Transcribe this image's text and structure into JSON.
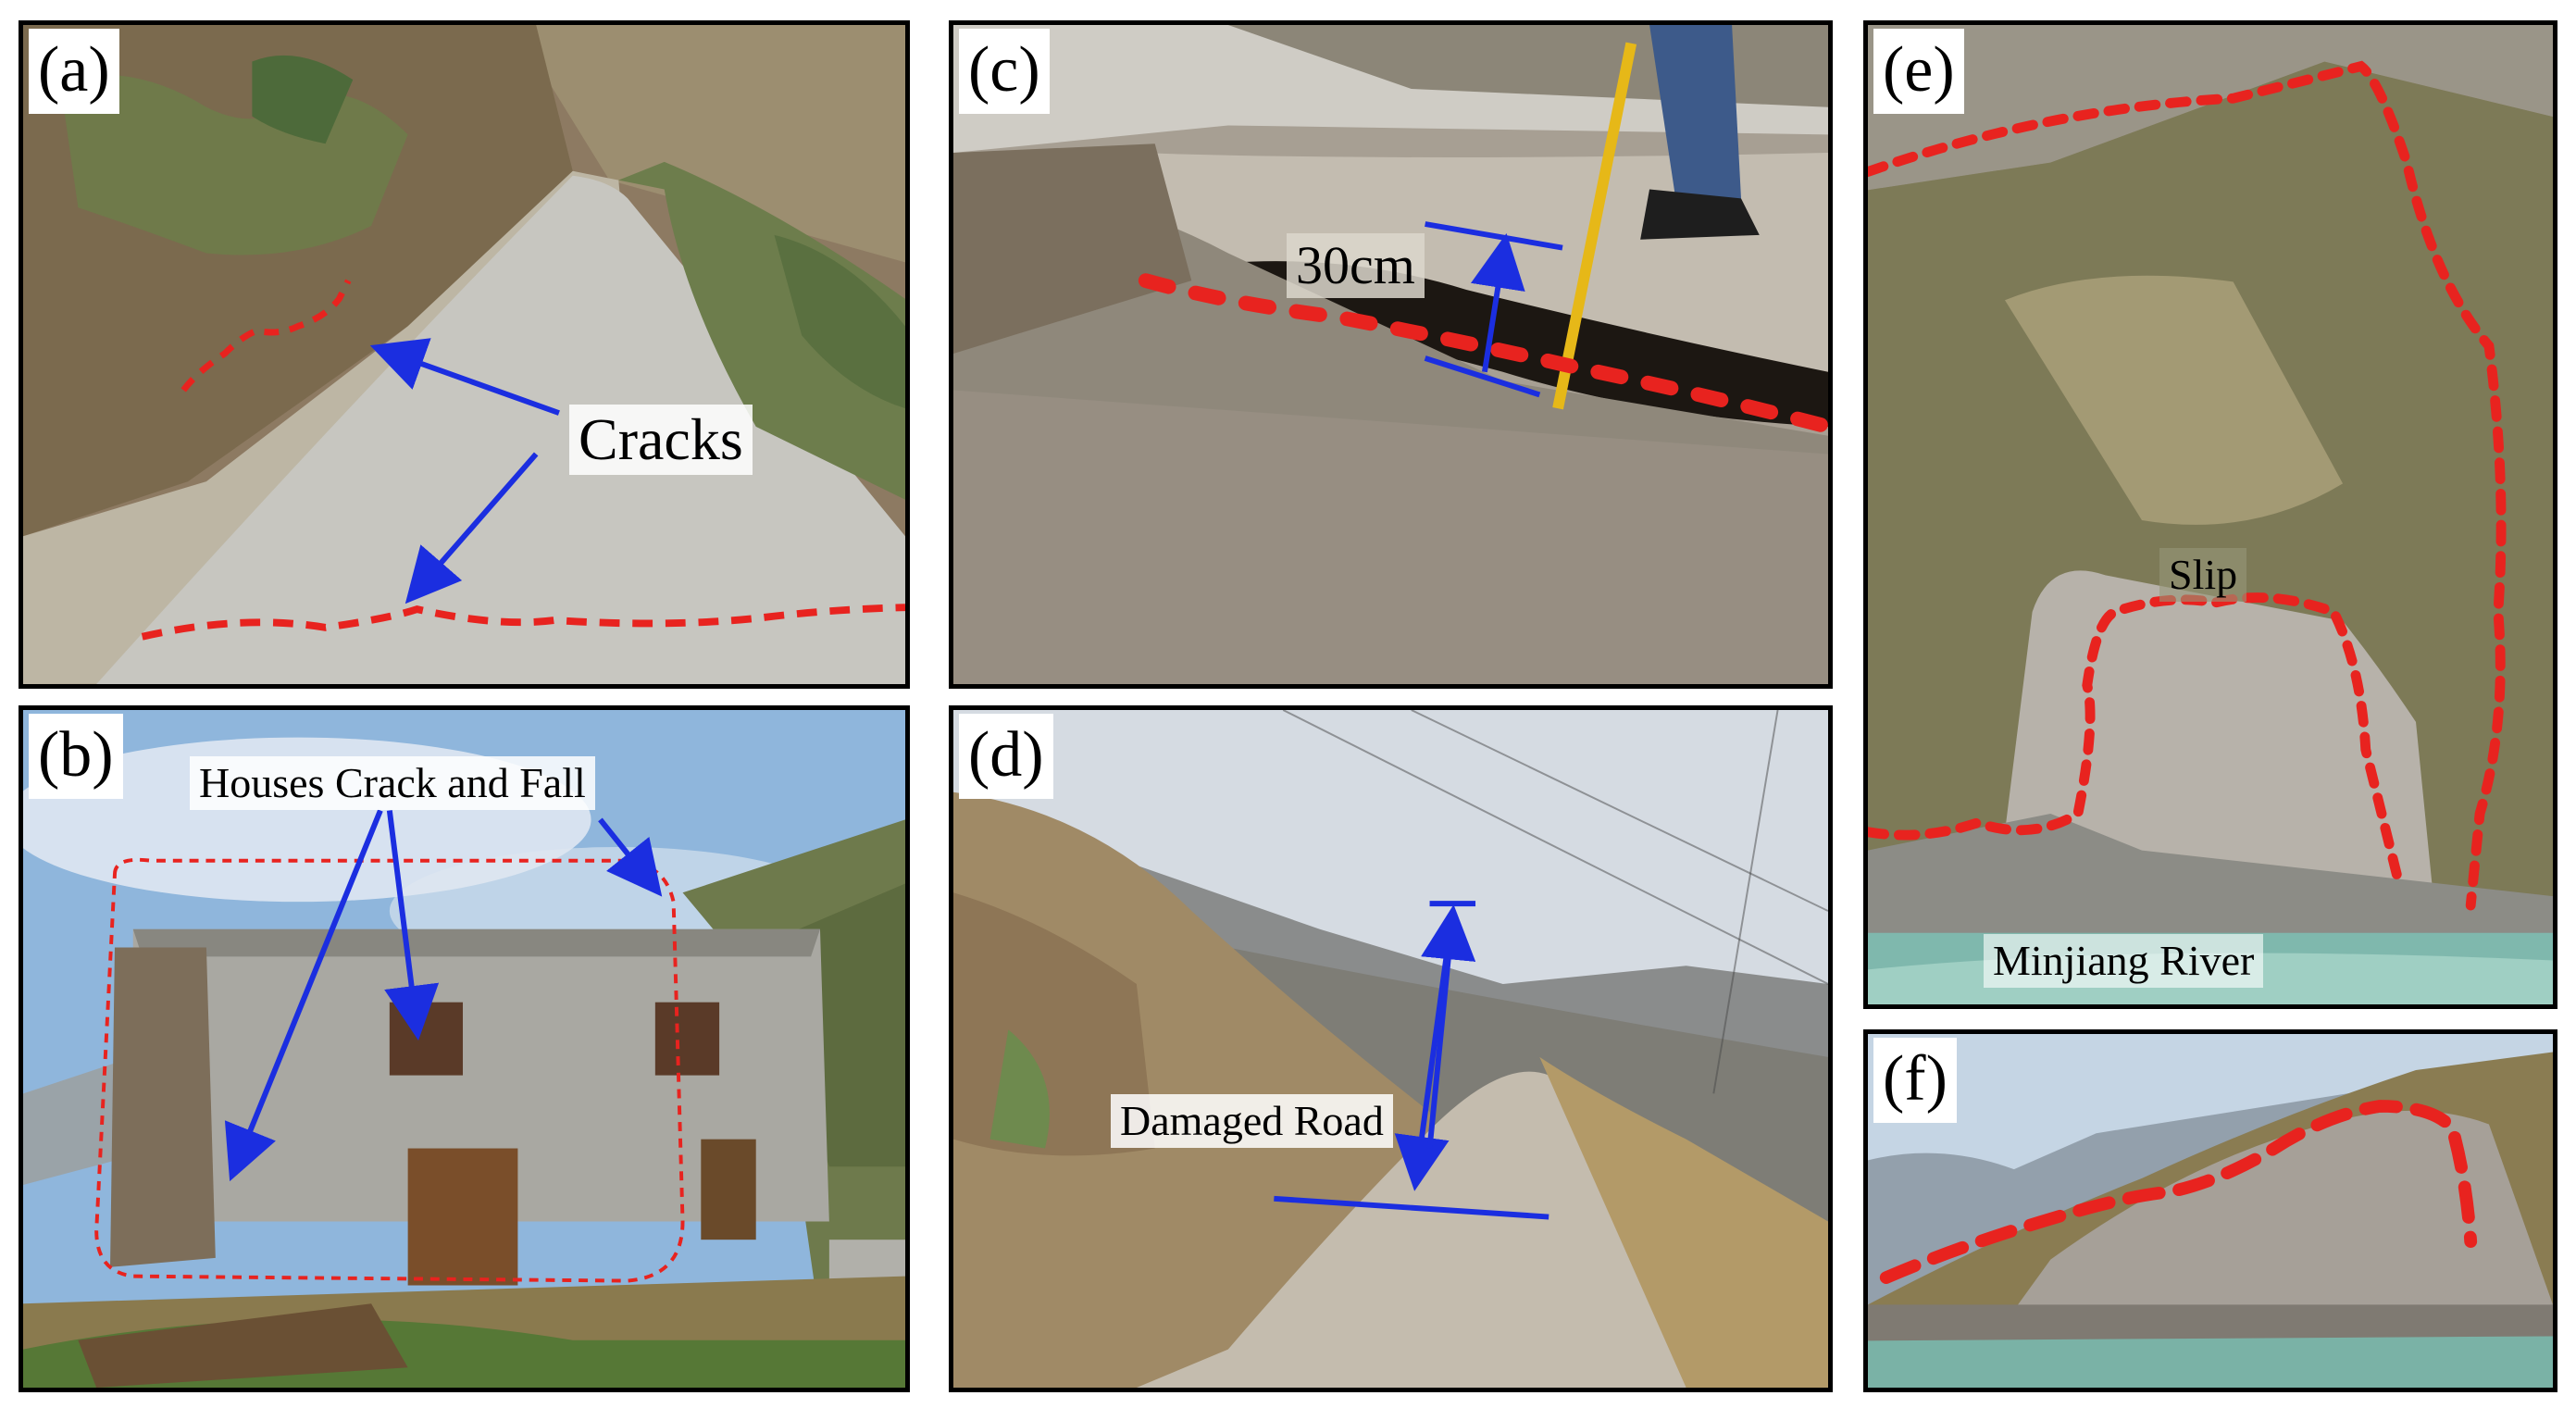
{
  "panels": {
    "a": {
      "label": "(a)",
      "annotation": "Cracks"
    },
    "b": {
      "label": "(b)",
      "annotation": "Houses Crack and Fall"
    },
    "c": {
      "label": "(c)",
      "annotation": "30cm"
    },
    "d": {
      "label": "(d)",
      "annotation": "Damaged Road"
    },
    "e": {
      "label": "(e)",
      "annotation": "Slip",
      "annotation2": "Minjiang River"
    },
    "f": {
      "label": "(f)"
    }
  },
  "colors": {
    "boundary": "#e8231f",
    "arrow": "#1b2ee0",
    "measure": "#f2c21b"
  }
}
